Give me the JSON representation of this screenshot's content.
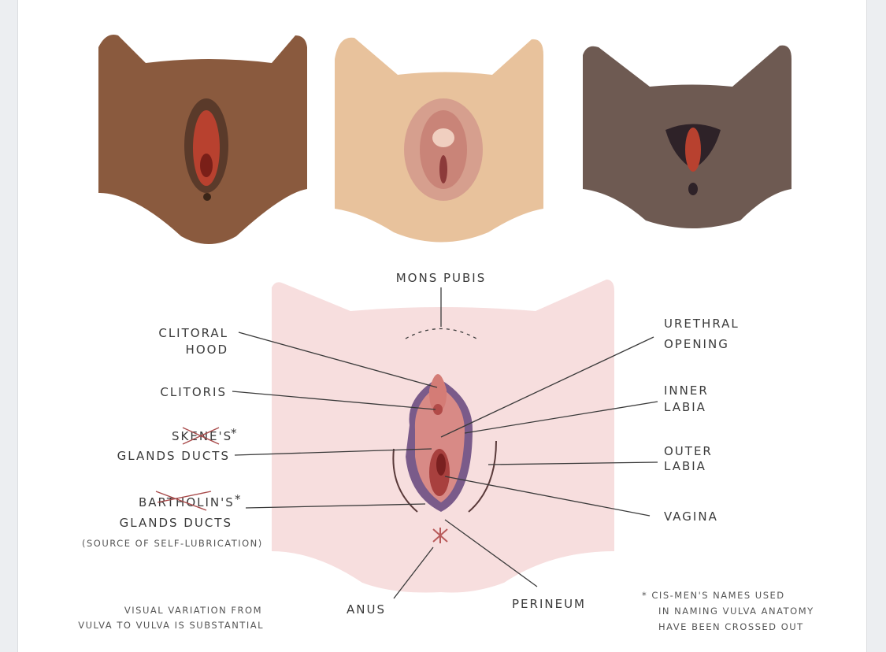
{
  "labels": {
    "mons_pubis": "MONS PUBIS",
    "clitoral_hood_1": "CLITORAL",
    "clitoral_hood_2": "HOOD",
    "clitoris": "CLITORIS",
    "skenes_crossed": "SKENE'S",
    "skenes_asterisk": "*",
    "skenes_glands": "GLANDS DUCTS",
    "bartholins_crossed": "BARTHOLIN'S",
    "bartholins_asterisk": "*",
    "bartholins_glands": "GLANDS DUCTS",
    "bartholins_note": "(SOURCE OF SELF-LUBRICATION)",
    "urethral_1": "URETHRAL",
    "urethral_2": "OPENING",
    "inner_labia_1": "INNER",
    "inner_labia_2": "LABIA",
    "outer_labia_1": "OUTER",
    "outer_labia_2": "LABIA",
    "vagina": "VAGINA",
    "anus": "ANUS",
    "perineum": "PERINEUM"
  },
  "notes": {
    "variation_1": "VISUAL VARIATION FROM",
    "variation_2": "VULVA TO VULVA IS SUBSTANTIAL",
    "footnote_1": "* CIS-MEN'S NAMES USED",
    "footnote_2": "IN NAMING VULVA ANATOMY",
    "footnote_3": "HAVE BEEN CROSSED OUT"
  },
  "colors": {
    "skin_dark_brown": "#8a5a3e",
    "skin_light": "#e8c29c",
    "skin_dark": "#6e5a52",
    "skin_pink": "#f7dede",
    "crossout": "#a84a4a"
  }
}
